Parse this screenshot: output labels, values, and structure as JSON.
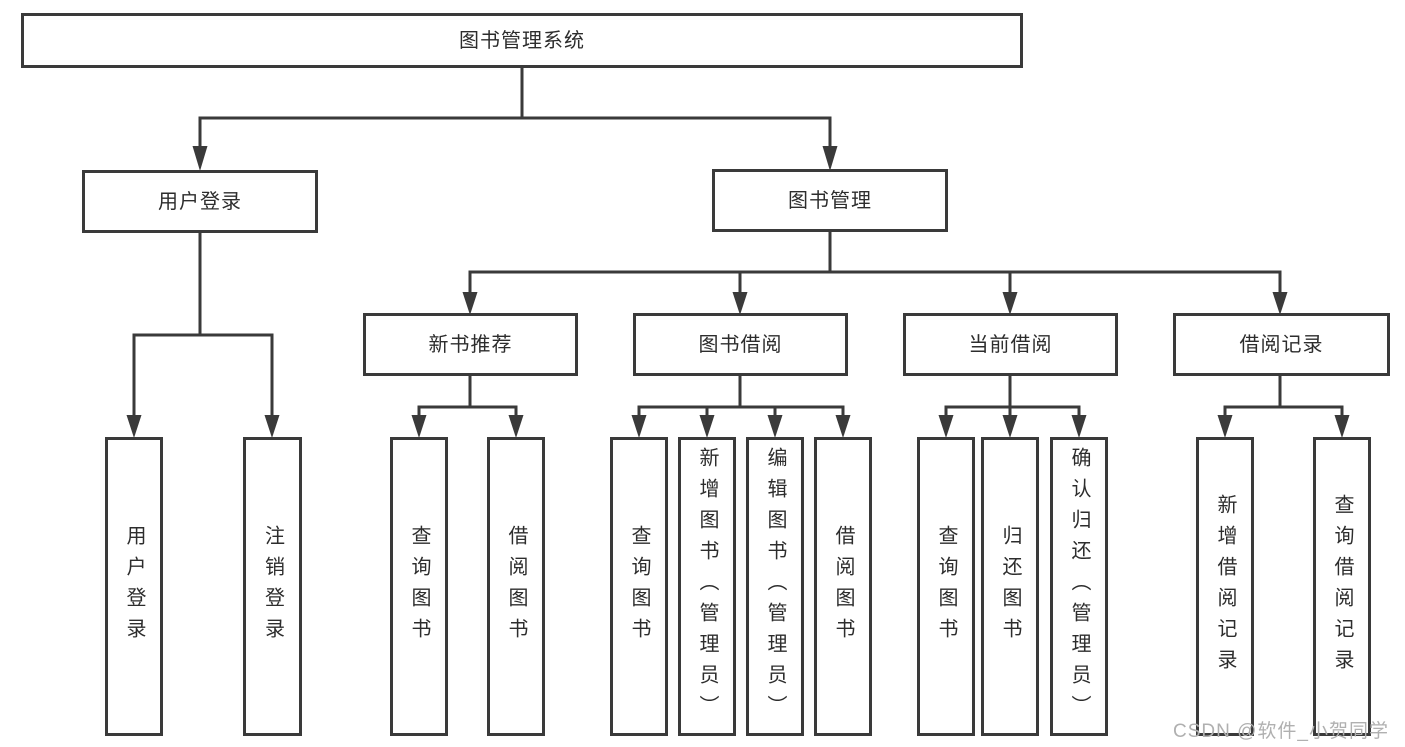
{
  "tree": {
    "label": "图书管理系统",
    "children": [
      {
        "label": "用户登录",
        "children": [
          {
            "label": "用户登录"
          },
          {
            "label": "注销登录"
          }
        ]
      },
      {
        "label": "图书管理",
        "children": [
          {
            "label": "新书推荐",
            "children": [
              {
                "label": "查询图书"
              },
              {
                "label": "借阅图书"
              }
            ]
          },
          {
            "label": "图书借阅",
            "children": [
              {
                "label": "查询图书"
              },
              {
                "label": "新增图书（管理员）"
              },
              {
                "label": "编辑图书（管理员）"
              },
              {
                "label": "借阅图书"
              }
            ]
          },
          {
            "label": "当前借阅",
            "children": [
              {
                "label": "查询图书"
              },
              {
                "label": "归还图书"
              },
              {
                "label": "确认归还（管理员）"
              }
            ]
          },
          {
            "label": "借阅记录",
            "children": [
              {
                "label": "新增借阅记录"
              },
              {
                "label": "查询借阅记录"
              }
            ]
          }
        ]
      }
    ]
  },
  "watermark": {
    "text": "CSDN @软件_小贺同学"
  },
  "colors": {
    "line": "#3a3a3a",
    "box_border": "#3a3a3a",
    "text": "#2d2d2d",
    "background": "#ffffff",
    "watermark": "#b0b0b0"
  }
}
